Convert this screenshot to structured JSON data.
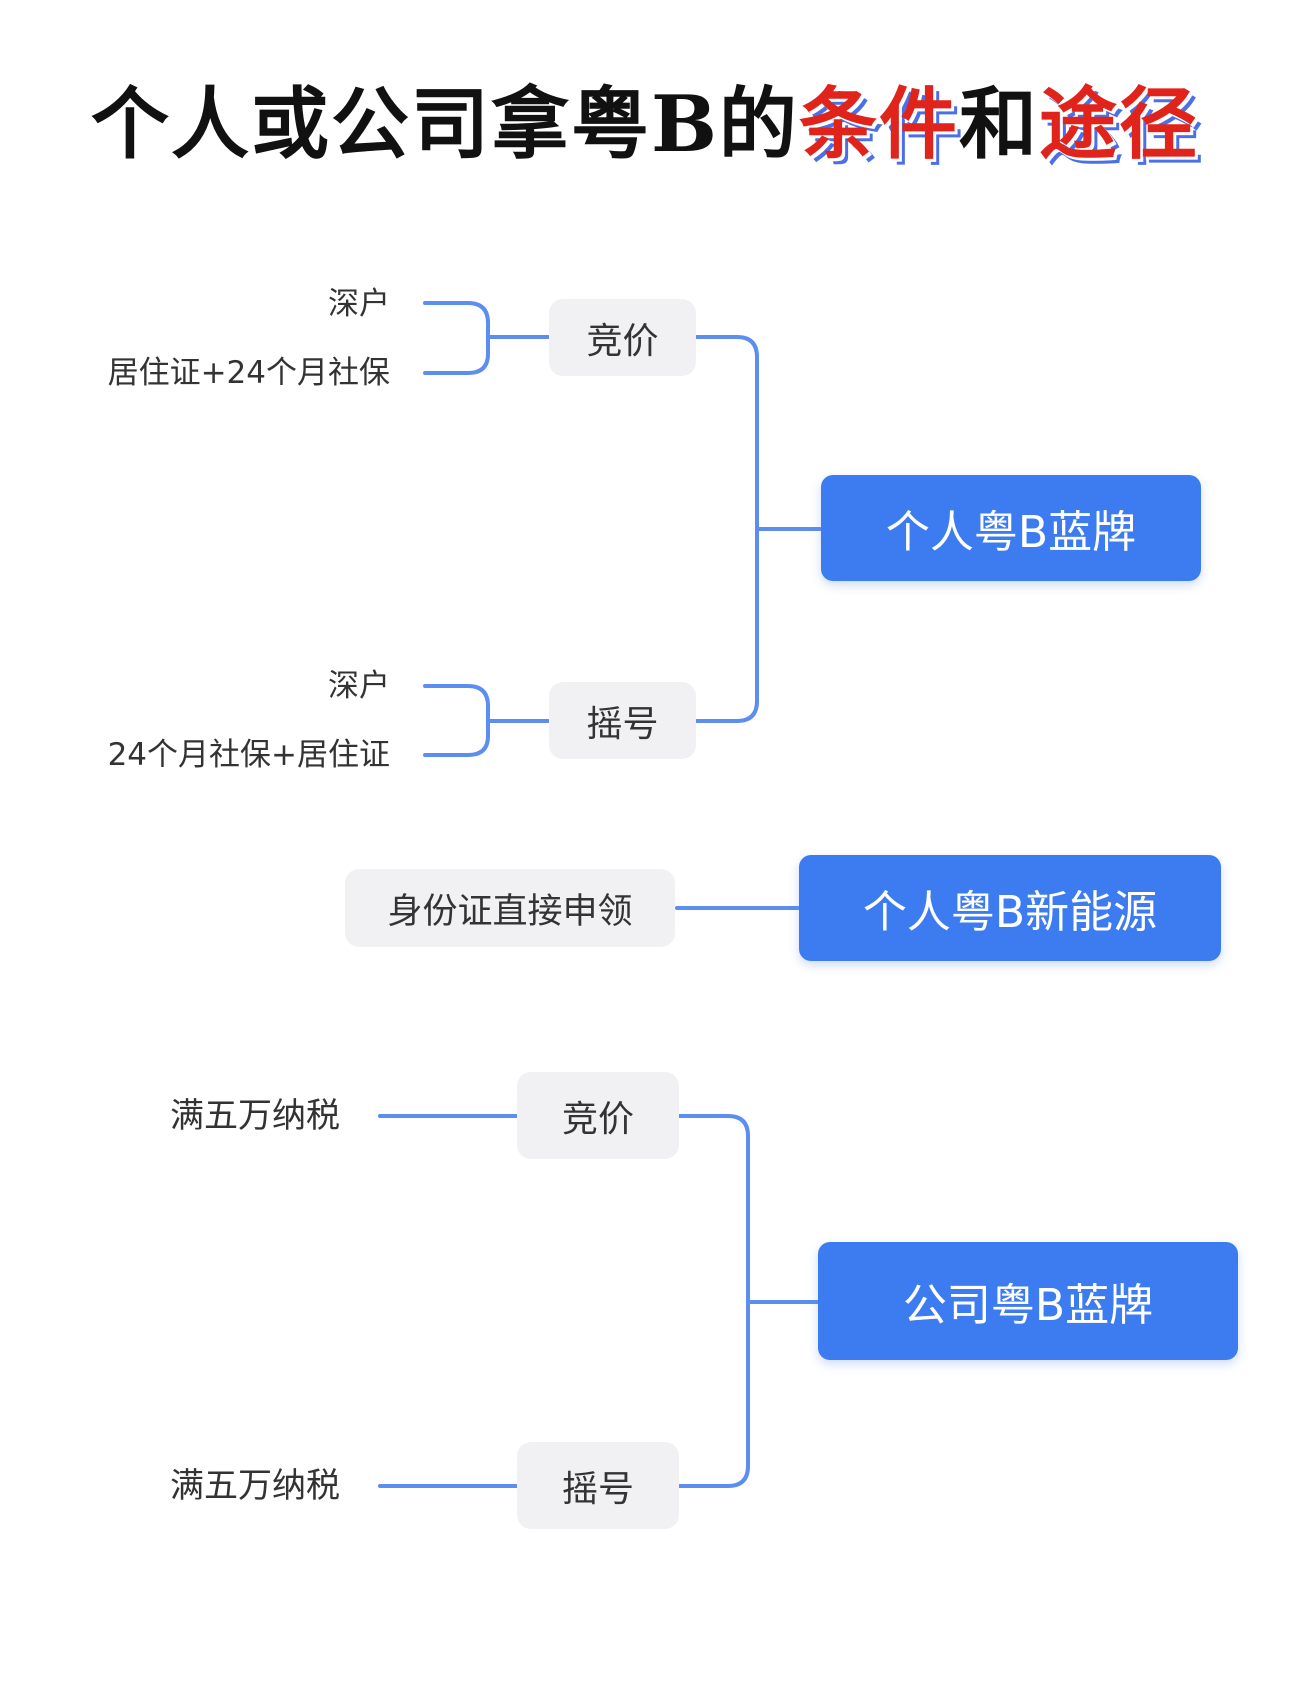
{
  "title": {
    "part1": "个人或公司拿粤B的",
    "highlight1": "条件",
    "part2": "和",
    "highlight2": "途径"
  },
  "personal_blue": {
    "label": "个人粤B蓝牌",
    "auction": {
      "label": "竞价",
      "conditions": [
        "深户",
        "居住证+24个月社保"
      ]
    },
    "lottery": {
      "label": "摇号",
      "conditions": [
        "深户",
        "24个月社保+居住证"
      ]
    }
  },
  "personal_ev": {
    "label": "个人粤B新能源",
    "method": "身份证直接申领"
  },
  "company_blue": {
    "label": "公司粤B蓝牌",
    "auction": {
      "label": "竞价",
      "condition": "满五万纳税"
    },
    "lottery": {
      "label": "摇号",
      "condition": "满五万纳税"
    }
  },
  "colors": {
    "connector": "#5b8ef0",
    "target_fill": "#3d7cf0",
    "method_fill": "#f1f1f4",
    "title_highlight": "#e0241b"
  }
}
